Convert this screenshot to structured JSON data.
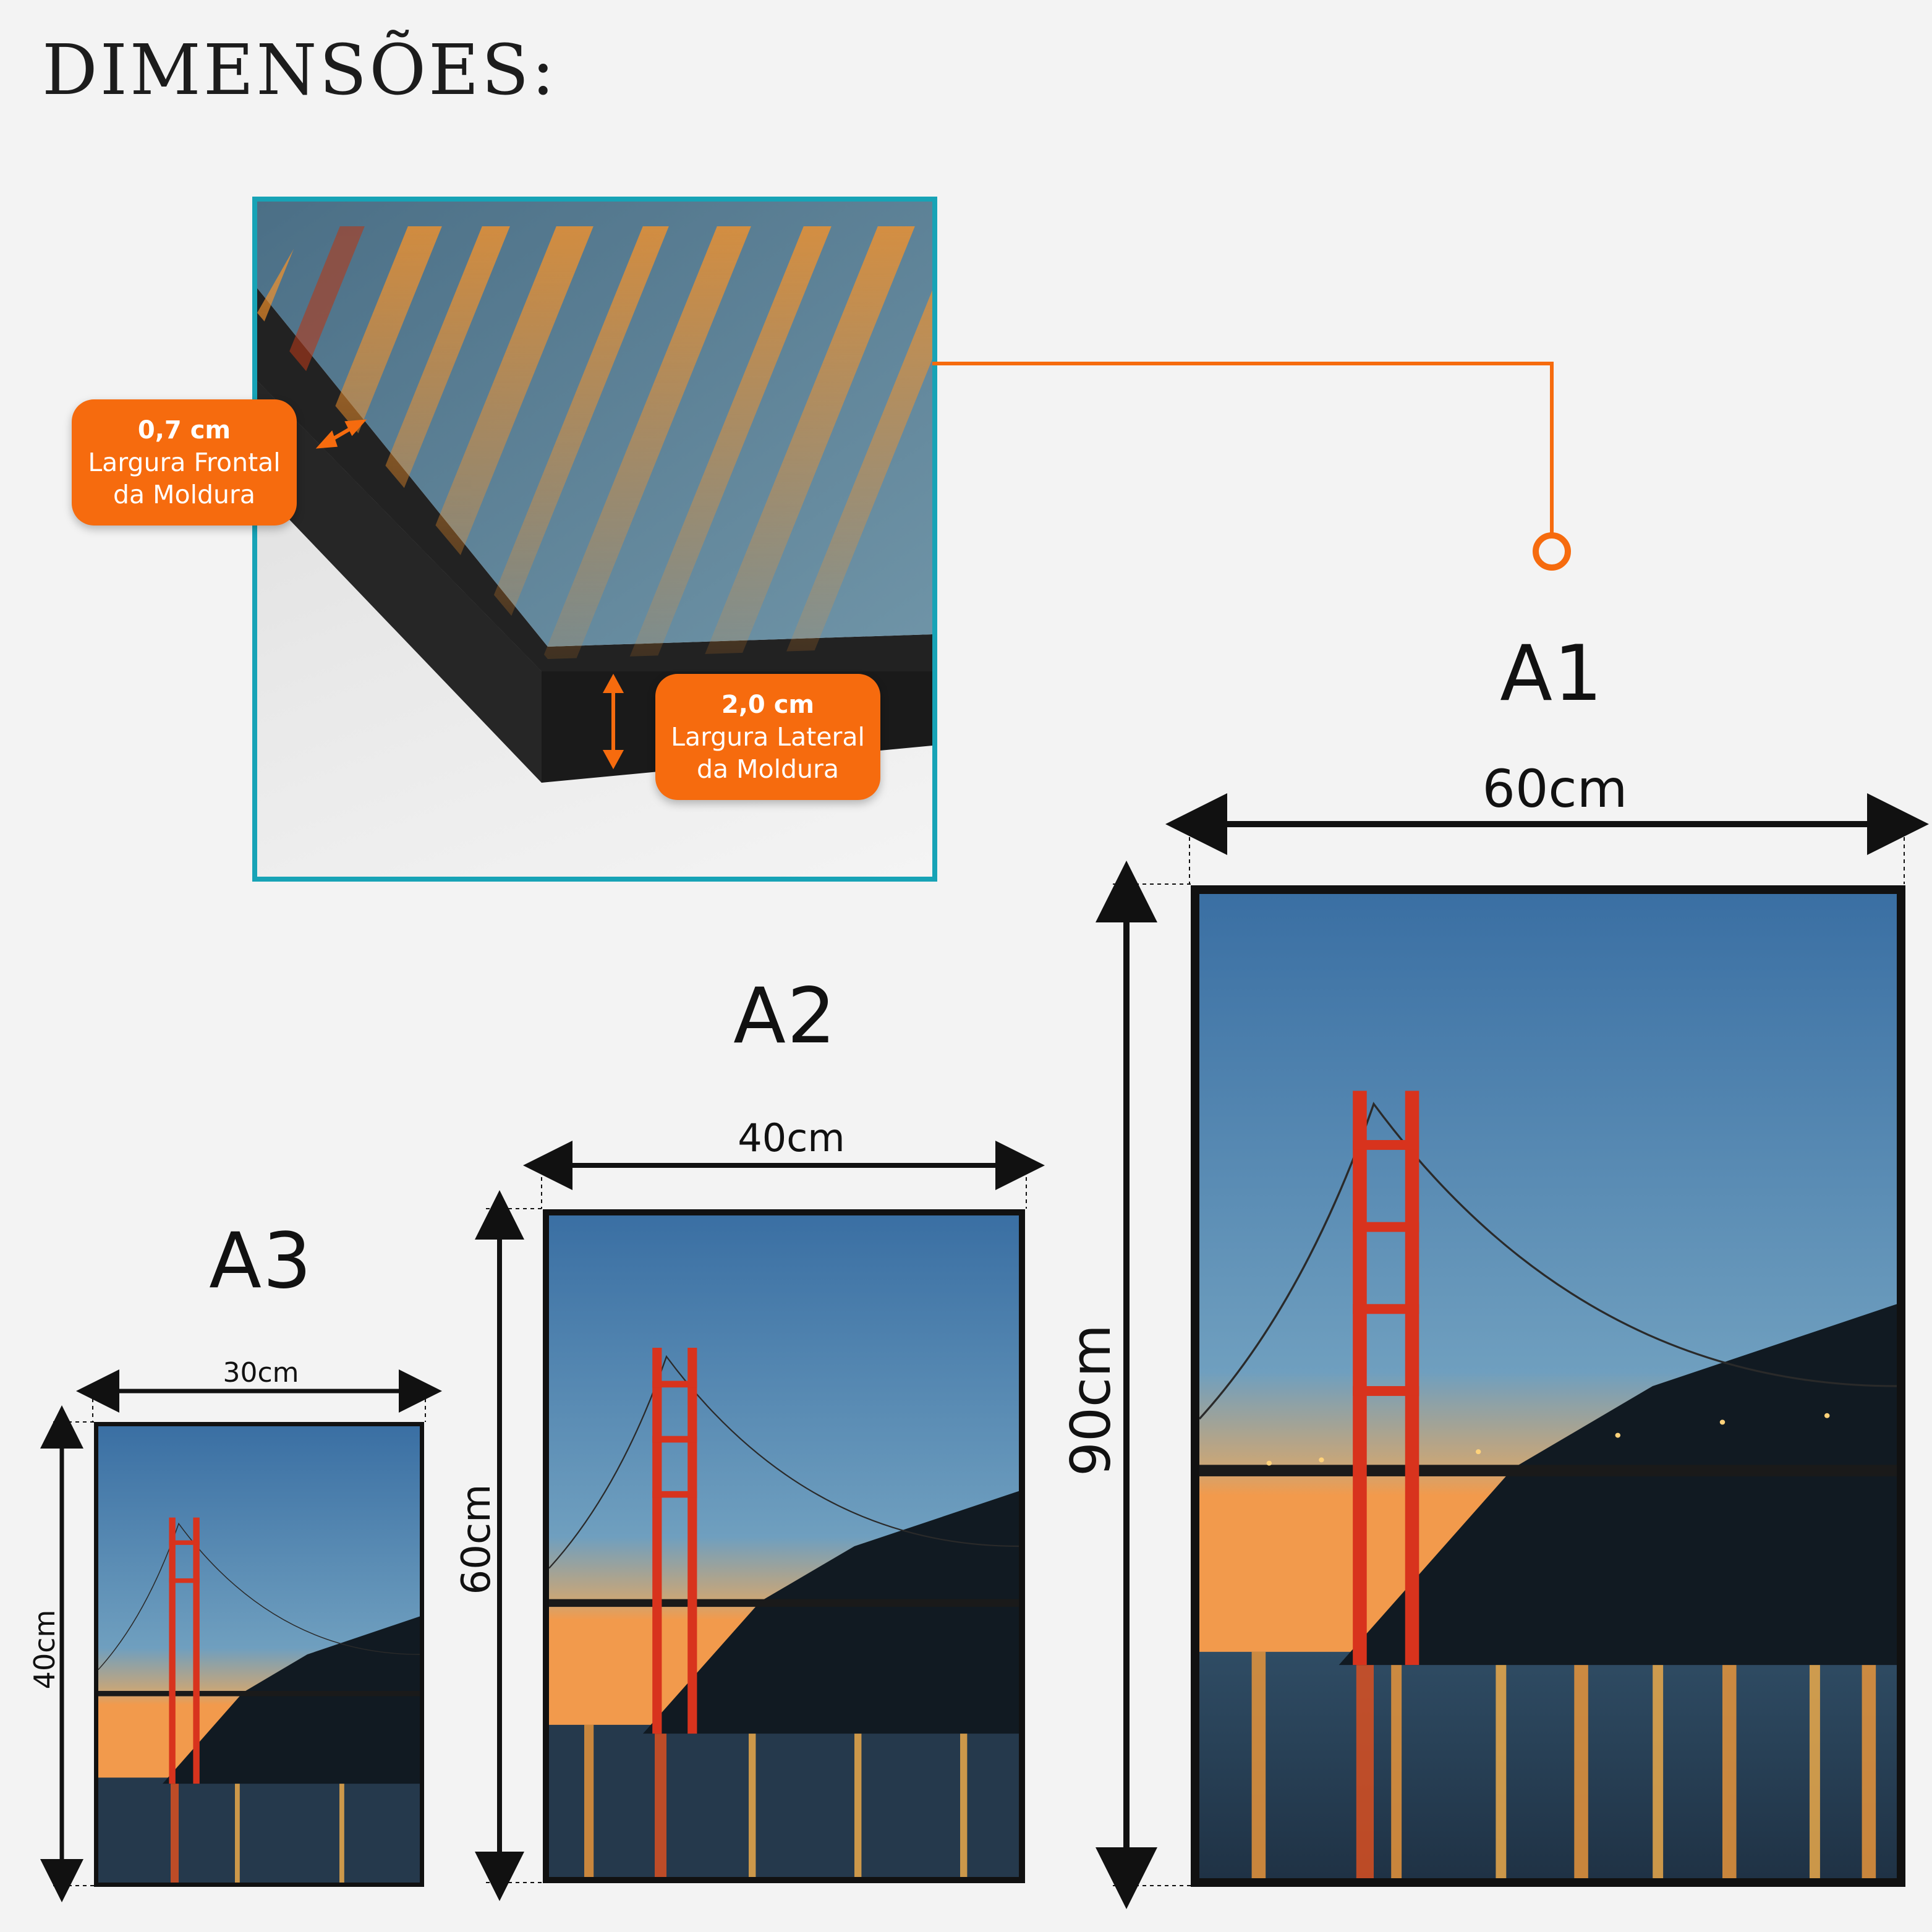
{
  "title": "DIMENSÕES:",
  "detail": {
    "front_badge": {
      "value": "0,7 cm",
      "line1": "Largura Frontal",
      "line2": "da Moldura"
    },
    "side_badge": {
      "value": "2,0 cm",
      "line1": "Largura Lateral",
      "line2": "da Moldura"
    }
  },
  "sizes": {
    "a1": {
      "name": "A1",
      "width": "60cm",
      "height": "90cm"
    },
    "a2": {
      "name": "A2",
      "width": "40cm",
      "height": "60cm"
    },
    "a3": {
      "name": "A3",
      "width": "30cm",
      "height": "40cm"
    }
  },
  "colors": {
    "accent": "#f66b0e",
    "frame_border": "#17a3b6",
    "bridge": "#e0321c",
    "sky_top": "#3f77ab",
    "sky_bottom": "#7fa9c4"
  }
}
